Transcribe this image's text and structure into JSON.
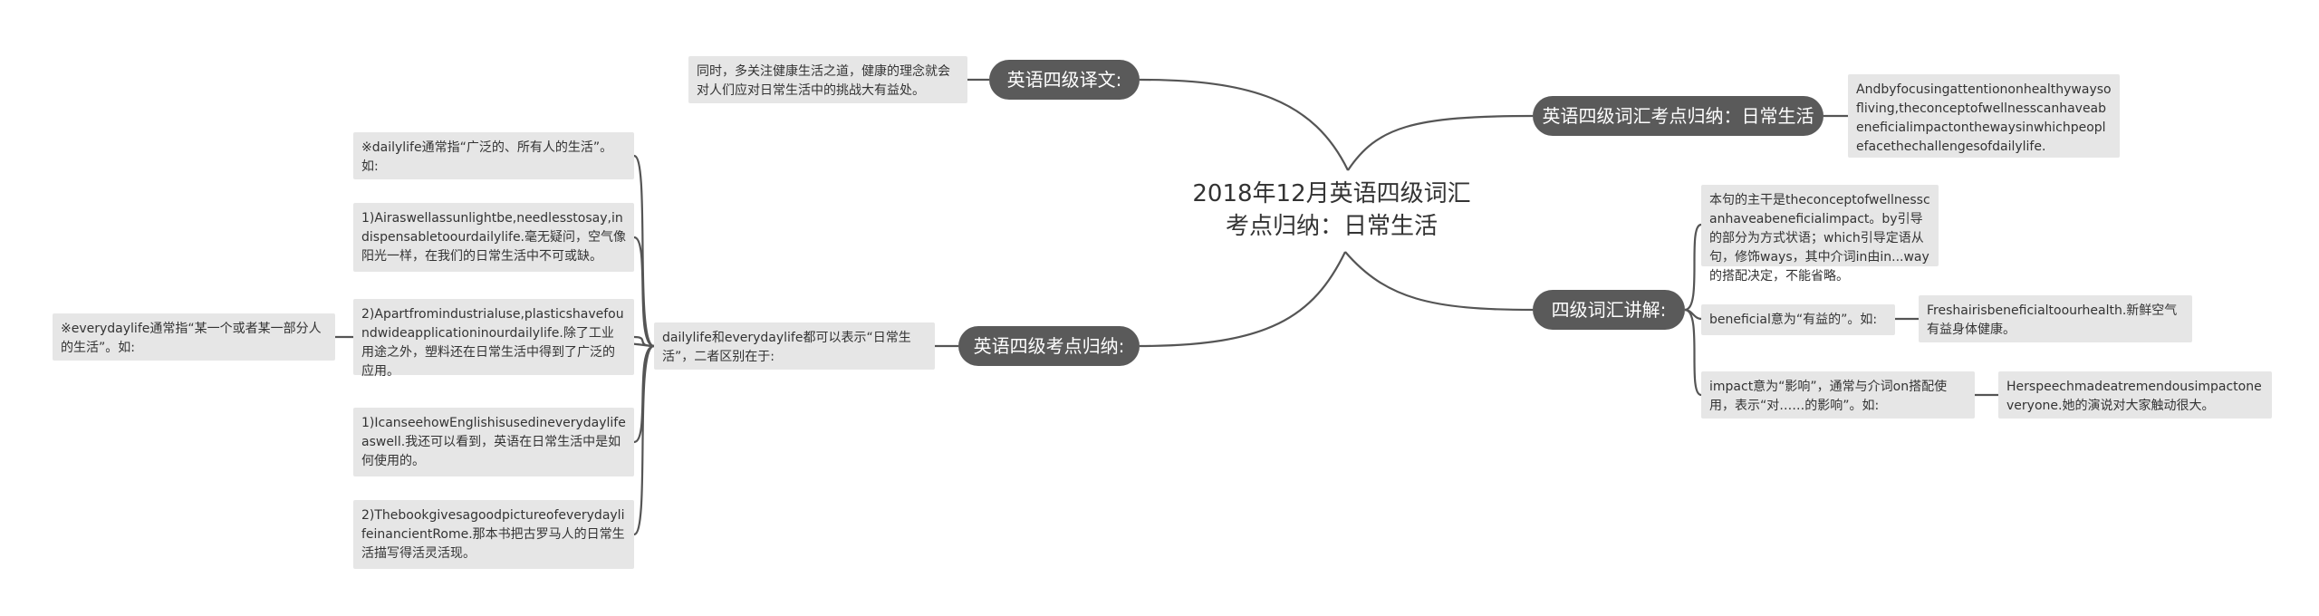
{
  "root": {
    "title": "2018年12月英语四级词汇考点归纳：日常生活"
  },
  "branches": {
    "translation": {
      "label": "英语四级译文:",
      "text": "同时，多关注健康生活之道，健康的理念就会对人们应对日常生活中的挑战大有益处。"
    },
    "vocab_summary": {
      "label": "英语四级词汇考点归纳：日常生活",
      "text": "Andbyfocusingattentiononhealthywaysofliving,theconceptofwellnesscanhaveabeneficialimpactonthewaysinwhichpeoplefacethechallengesofdailylife."
    },
    "vocab_explain": {
      "label": "四级词汇讲解:",
      "grammar_note": "本句的主干是theconceptofwellnesscanhaveabeneficialimpact。by引导的部分为方式状语；which引导定语从句，修饰ways，其中介词in由in...way的搭配决定，不能省略。",
      "beneficial_note": "beneficial意为“有益的”。如:",
      "beneficial_example": "Freshairisbeneficialtoourhealth.新鲜空气有益身体健康。",
      "impact_note": "impact意为“影响”，通常与介词on搭配使用，表示“对……的影响”。如:",
      "impact_example": "Herspeechmadeatremendousimpactoneveryone.她的演说对大家触动很大。"
    },
    "exam_points": {
      "label": "英语四级考点归纳:",
      "summary": "dailylife和everydaylife都可以表示“日常生活”，二者区别在于:",
      "daily_note": "※dailylife通常指“广泛的、所有人的生活”。如:",
      "daily_example_1": "1)Airaswellassunlightbe,needlesstosay,indispensabletoourdailylife.毫无疑问，空气像阳光一样，在我们的日常生活中不可或缺。",
      "daily_example_2": "2)Apartfromindustrialuse,plasticshavefoundwideapplicationinourdailylife.除了工业用途之外，塑料还在日常生活中得到了广泛的应用。",
      "everyday_note": "※everydaylife通常指“某一个或者某一部分人的生活”。如:",
      "everyday_example_1": "1)IcanseehowEnglishisusedineverydaylifeaswell.我还可以看到，英语在日常生活中是如何使用的。",
      "everyday_example_2": "2)ThebookgivesagoodpictureofeverydaylifeinancientRome.那本书把古罗马人的日常生活描写得活灵活现。"
    }
  }
}
